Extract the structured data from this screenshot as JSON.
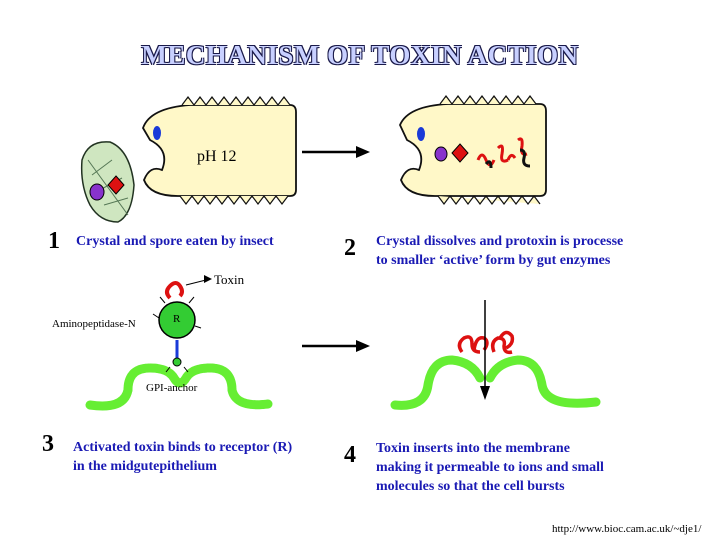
{
  "title": "MECHANISM OF TOXIN ACTION",
  "steps": [
    {
      "number": "1",
      "caption_lines": [
        "Crystal and spore eaten by insect"
      ]
    },
    {
      "number": "2",
      "caption_lines": [
        "Crystal dissolves and protoxin is processe",
        "to smaller ‘active’ form by gut enzymes"
      ]
    },
    {
      "number": "3",
      "caption_lines": [
        "Activated toxin binds to receptor (R)",
        "in the midgutepithelium"
      ]
    },
    {
      "number": "4",
      "caption_lines": [
        "Toxin inserts into the membrane",
        "making it permeable to ions and small",
        "molecules so that the cell bursts"
      ]
    }
  ],
  "labels": {
    "ph": "pH 12",
    "toxin": "Toxin",
    "aminopeptidase": "Aminopeptidase-N",
    "receptor": "R",
    "gpi": "GPI-anchor"
  },
  "url": "http://www.bioc.cam.ac.uk/~dje1/",
  "colors": {
    "title_fill": "#c8d0ff",
    "caption": "#1a1ab4",
    "membrane": "#66ee33",
    "toxin": "#dd1111",
    "receptor": "#33cc33",
    "larva": "#fff8c8"
  }
}
